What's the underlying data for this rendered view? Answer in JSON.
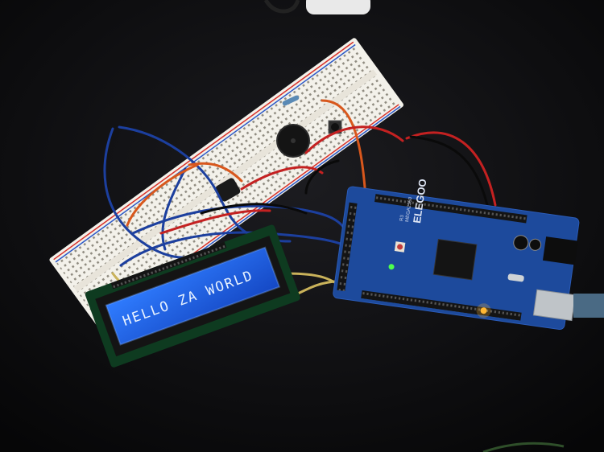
{
  "scene": {
    "lcd": {
      "display_text": "HELLO ZA WORLD",
      "backlight_color": "#1e5fe0",
      "text_color": "#e8f2ff"
    },
    "microcontroller": {
      "brand": "ELEGOO",
      "model": "MEGA2560",
      "revision": "R3",
      "board_color": "#1d4a9c"
    },
    "breadboard": {
      "color": "#f3f1ea",
      "rail_red": "#d8312a",
      "rail_blue": "#2a58c8"
    },
    "wire_colors": [
      "#1c3f9e",
      "#d8571c",
      "#c42121",
      "#0a0a0a",
      "#c9b25a"
    ],
    "background_color": "#0c0c0e"
  }
}
